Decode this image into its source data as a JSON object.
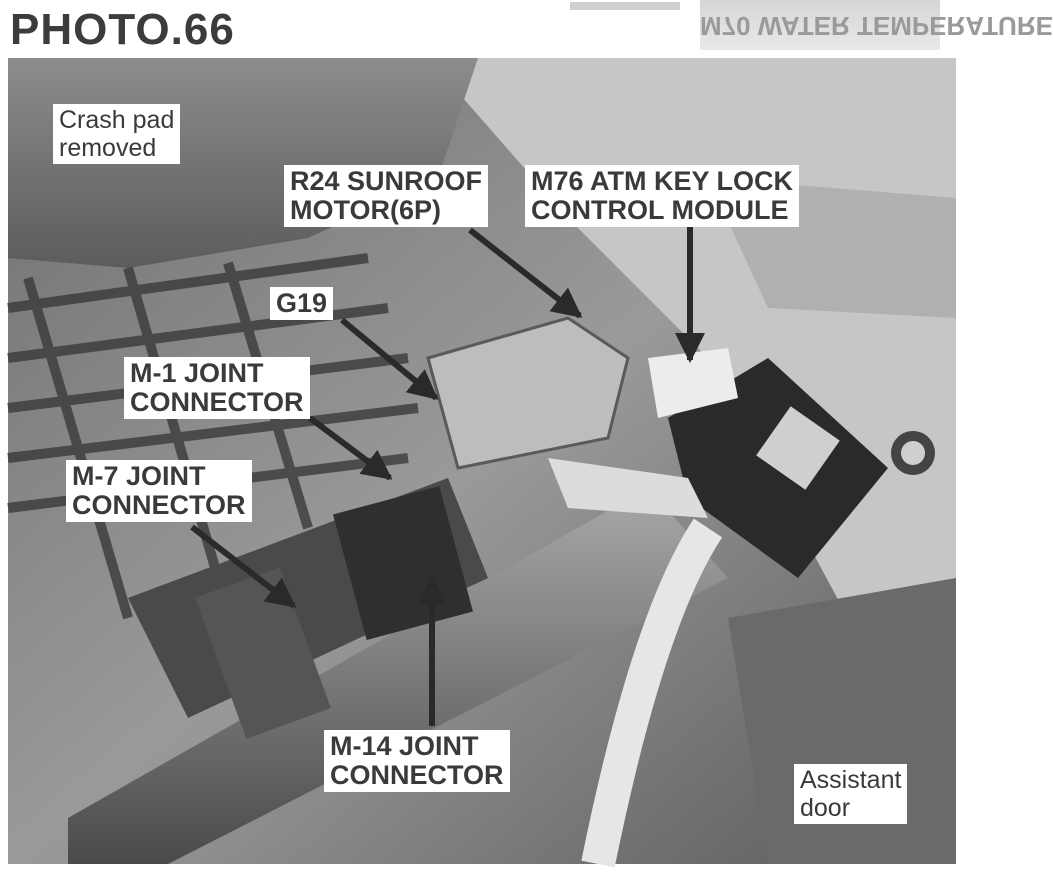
{
  "title": "PHOTO.66",
  "background_ghost_text": "M70 WATER TEMPERATURE",
  "labels": {
    "crash_pad": [
      "Crash pad",
      "removed"
    ],
    "r24": [
      "R24 SUNROOF",
      "MOTOR(6P)"
    ],
    "m76": [
      "M76 ATM KEY LOCK",
      "CONTROL MODULE"
    ],
    "g19": [
      "G19"
    ],
    "m1": [
      "M-1 JOINT",
      "CONNECTOR"
    ],
    "m7": [
      "M-7 JOINT",
      "CONNECTOR"
    ],
    "m14": [
      "M-14 JOINT",
      "CONNECTOR"
    ],
    "assistant_door": [
      "Assistant",
      "door"
    ]
  },
  "colors": {
    "photo_mid": "#8a8a8a",
    "photo_dark": "#3a3a3a",
    "photo_light": "#cfcfcf",
    "label_bg": "#ffffff",
    "arrow": "#2a2a2a"
  }
}
